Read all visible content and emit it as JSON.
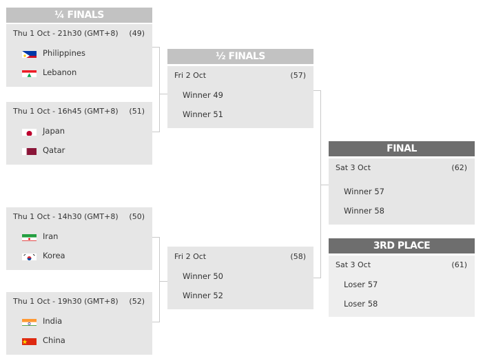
{
  "quarter_finals": {
    "title": "¼ FINALS",
    "matches": [
      {
        "when": "Thu 1 Oct - 21h30 (GMT+8)",
        "num": "(49)",
        "team1": "Philippines",
        "team2": "Lebanon",
        "flag1": "philippines-flag-icon",
        "flag2": "lebanon-flag-icon"
      },
      {
        "when": "Thu 1 Oct - 16h45 (GMT+8)",
        "num": "(51)",
        "team1": "Japan",
        "team2": "Qatar",
        "flag1": "japan-flag-icon",
        "flag2": "qatar-flag-icon"
      },
      {
        "when": "Thu 1 Oct - 14h30 (GMT+8)",
        "num": "(50)",
        "team1": "Iran",
        "team2": "Korea",
        "flag1": "iran-flag-icon",
        "flag2": "korea-flag-icon"
      },
      {
        "when": "Thu 1 Oct - 19h30 (GMT+8)",
        "num": "(52)",
        "team1": "India",
        "team2": "China",
        "flag1": "india-flag-icon",
        "flag2": "china-flag-icon"
      }
    ]
  },
  "semi_finals": {
    "title": "½ FINALS",
    "matches": [
      {
        "when": "Fri 2 Oct",
        "num": "(57)",
        "team1": "Winner 49",
        "team2": "Winner 51"
      },
      {
        "when": "Fri 2 Oct",
        "num": "(58)",
        "team1": "Winner 50",
        "team2": "Winner 52"
      }
    ]
  },
  "final": {
    "title": "FINAL",
    "when": "Sat 3 Oct",
    "num": "(62)",
    "team1": "Winner 57",
    "team2": "Winner 58"
  },
  "third_place": {
    "title": "3RD PLACE",
    "when": "Sat 3 Oct",
    "num": "(61)",
    "team1": "Loser 57",
    "team2": "Loser 58"
  },
  "colors": {
    "header_light": "#c2c2c2",
    "header_dark": "#6e6e6e",
    "box": "#e6e6e6",
    "box_light": "#eeeeee",
    "connector": "#c8c8c8"
  }
}
